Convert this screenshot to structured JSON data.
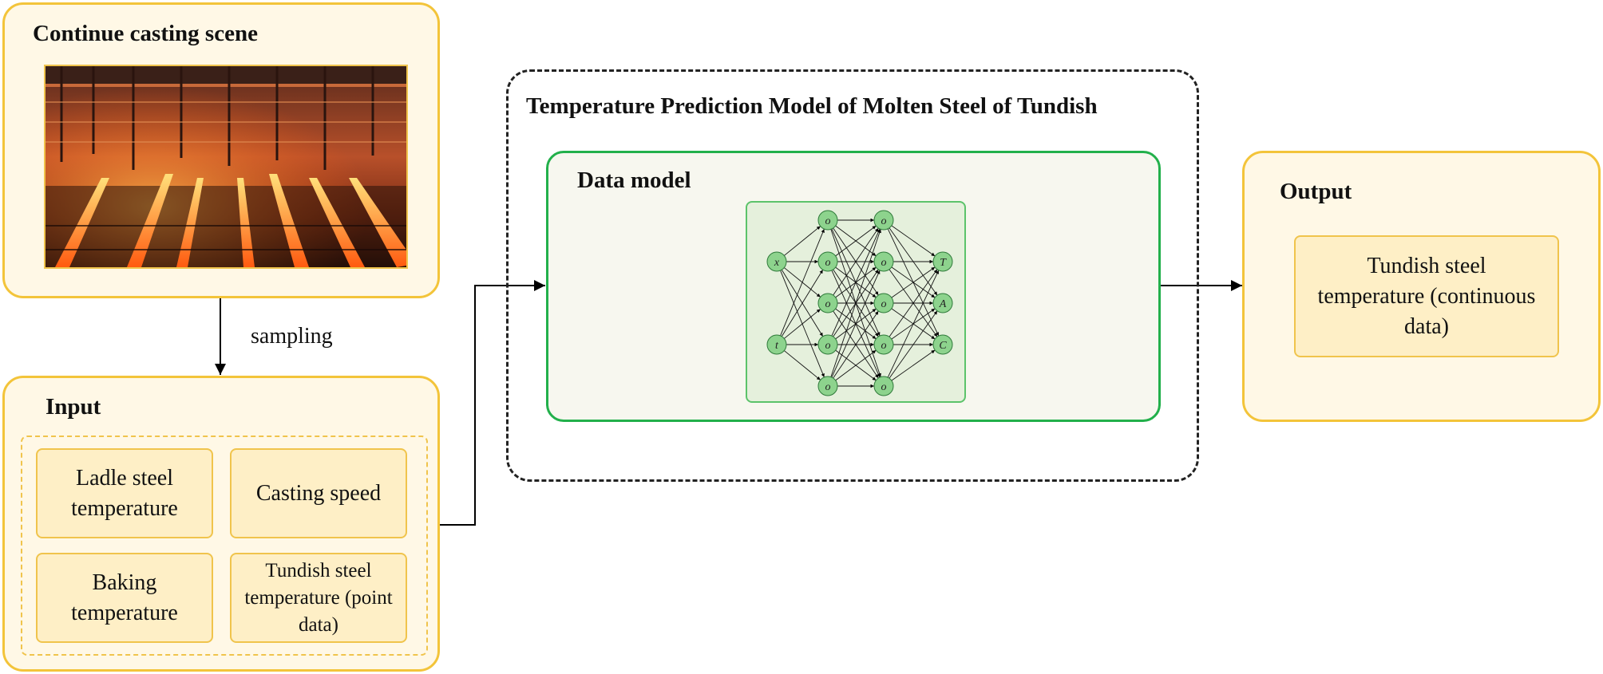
{
  "scene": {
    "title": "Continue casting scene"
  },
  "flow": {
    "sampling_label": "sampling"
  },
  "input": {
    "title": "Input",
    "items": [
      "Ladle steel temperature",
      "Casting speed",
      "Baking temperature",
      "Tundish steel temperature (point data)"
    ]
  },
  "model": {
    "title": "Temperature Prediction Model of Molten Steel of Tundish",
    "data_model": {
      "title": "Data model",
      "network": {
        "input_nodes": [
          "x",
          "t"
        ],
        "hidden_layer_1": [
          "o",
          "o",
          "o",
          "o",
          "o"
        ],
        "hidden_layer_2": [
          "o",
          "o",
          "o",
          "o",
          "o"
        ],
        "output_nodes": [
          "T",
          "A",
          "C"
        ]
      }
    }
  },
  "output": {
    "title": "Output",
    "result": "Tundish steel temperature (continuous data)"
  },
  "colors": {
    "panel_fill": "#fff8e6",
    "panel_border": "#f3c43a",
    "cell_fill": "#feefc6",
    "model_border": "#22b04b",
    "node_fill": "#8dd38d"
  }
}
